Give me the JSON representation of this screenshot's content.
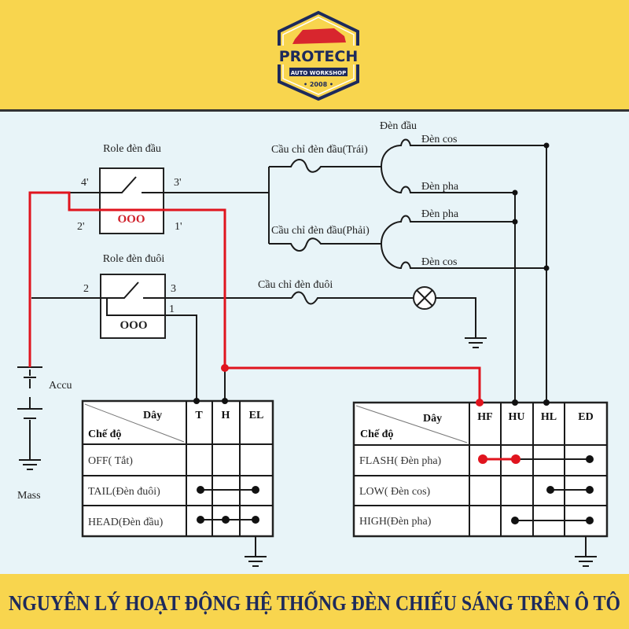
{
  "logo": {
    "name": "PROTECH",
    "tagline": "AUTO WORKSHOP",
    "year": "• 2008 •"
  },
  "colors": {
    "header_bg": "#F8D54E",
    "diagram_bg": "#E8F4F8",
    "title_color": "#1d2a5c",
    "active_wire": "#e0141e"
  },
  "relays": {
    "head": {
      "label": "Role đèn đầu",
      "pins": [
        "4'",
        "3'",
        "2'",
        "1'"
      ]
    },
    "tail": {
      "label": "Role đèn đuôi",
      "pins": [
        "2",
        "3",
        "1"
      ]
    }
  },
  "fuses": {
    "left": "Cầu chỉ đèn đầu(Trái)",
    "right": "Cầu chỉ đèn đầu(Phải)",
    "tail": "Cầu chỉ đèn đuôi"
  },
  "lamps": {
    "head": "Đèn đầu",
    "cos1": "Đèn cos",
    "pha1": "Đèn pha",
    "pha2": "Đèn pha",
    "cos2": "Đèn cos"
  },
  "battery": {
    "label": "Accu",
    "ground": "Mass"
  },
  "table_left": {
    "corner_top": "Dây",
    "corner_bottom": "Chế độ",
    "columns": [
      "T",
      "H",
      "EL"
    ],
    "rows": [
      "OFF( Tắt)",
      "TAIL(Đèn đuôi)",
      "HEAD(Đèn đầu)"
    ]
  },
  "table_right": {
    "corner_top": "Dây",
    "corner_bottom": "Chế độ",
    "columns": [
      "HF",
      "HU",
      "HL",
      "ED"
    ],
    "rows": [
      "FLASH( Đèn pha)",
      "LOW( Đèn cos)",
      "HIGH(Đèn pha)"
    ]
  },
  "title": "NGUYÊN LÝ HOẠT ĐỘNG HỆ THỐNG ĐÈN CHIẾU SÁNG TRÊN Ô TÔ"
}
